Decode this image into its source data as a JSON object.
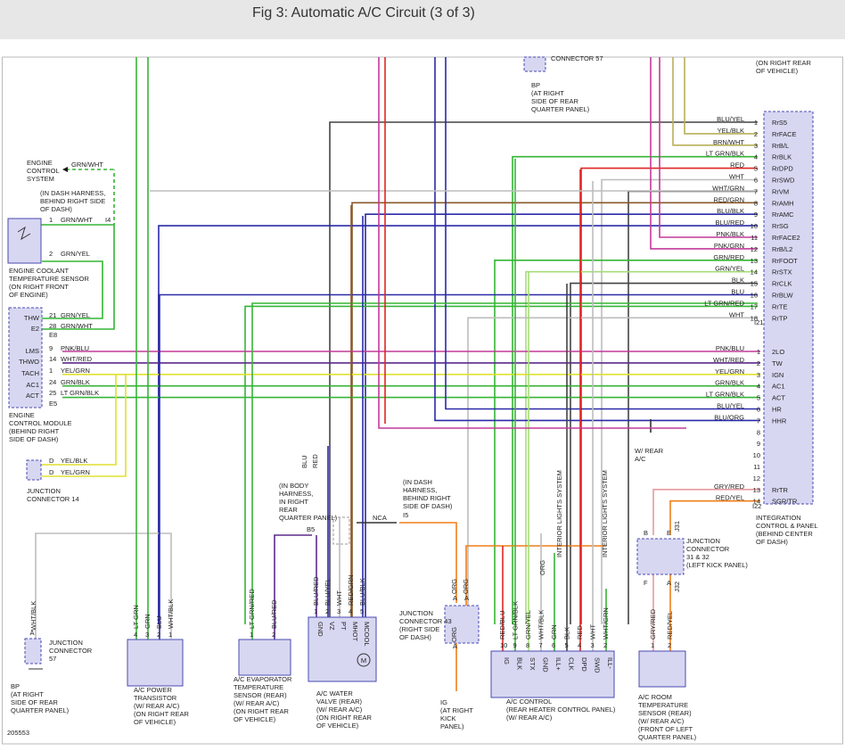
{
  "header": {
    "title": "Fig 3: Automatic A/C Circuit (3 of 3)"
  },
  "colors": {
    "blue": "#2a2aa8",
    "green": "#35b535",
    "lightgreen": "#a6dc7a",
    "yellow": "#e0e030",
    "red": "#e02424",
    "orange": "#f07f18",
    "purple": "#5c2a8c",
    "magenta": "#c43a9a",
    "grey": "#bdbdbd",
    "dark": "#444444",
    "brown": "#8a5a2a",
    "olive": "#b8b058",
    "pink": "#e89aa0",
    "component_fill": "#d7d7f2",
    "component_stroke": "#4a4ab0"
  },
  "labels": {
    "on_right_rear": [
      "(ON RIGHT REAR",
      "OF VEHICLE)"
    ],
    "bp_top": [
      "BP",
      "(AT RIGHT",
      "SIDE OF REAR",
      "QUARTER PANEL)"
    ],
    "connector_57_top": "CONNECTOR 57",
    "engine_control_system": [
      "ENGINE",
      "CONTROL",
      "SYSTEM"
    ],
    "in_dash_harness": [
      "(IN DASH HARNESS,",
      "BEHIND RIGHT SIDE",
      "OF DASH)"
    ],
    "engine_coolant_sensor": [
      "ENGINE COOLANT",
      "TEMPERATURE SENSOR",
      "(ON RIGHT FRONT",
      "OF ENGINE)"
    ],
    "ecm": [
      "ENGINE",
      "CONTROL MODULE",
      "(BEHIND RIGHT",
      "SIDE OF DASH)"
    ],
    "junction_connector_14": [
      "JUNCTION",
      "CONNECTOR 14"
    ],
    "junction_connector_57": [
      "JUNCTION",
      "CONNECTOR",
      "57"
    ],
    "bp_bottom": [
      "BP",
      "(AT RIGHT",
      "SIDE OF REAR",
      "QUARTER PANEL)"
    ],
    "power_transistor": [
      "A/C POWER",
      "TRANSISTOR",
      "(W/ REAR A/C)",
      "(ON RIGHT REAR",
      "OF VEHICLE)"
    ],
    "evap_sensor": [
      "A/C EVAPORATOR",
      "TEMPERATURE",
      "SENSOR (REAR)",
      "(W/ REAR A/C)",
      "(ON RIGHT REAR",
      "OF VEHICLE)"
    ],
    "water_valve": [
      "A/C WATER",
      "VALVE (REAR)",
      "(W/ REAR A/C)",
      "(ON RIGHT REAR",
      "OF VEHICLE)"
    ],
    "in_body_harness": [
      "(IN BODY",
      "HARNESS,",
      "IN RIGHT",
      "REAR",
      "QUARTER PANEL)"
    ],
    "in_dash_harness_2": [
      "(IN DASH",
      "HARNESS,",
      "BEHIND RIGHT",
      "SIDE OF DASH)"
    ],
    "junction_connector_43": [
      "JUNCTION",
      "CONNECTOR 43",
      "(RIGHT SIDE",
      "OF DASH)"
    ],
    "ig_kick": [
      "IG",
      "(AT RIGHT",
      "KICK",
      "PANEL)"
    ],
    "ac_control": [
      "A/C CONTROL",
      "(REAR HEATER CONTROL PANEL)",
      "(W/ REAR A/C)"
    ],
    "room_sensor": [
      "A/C ROOM",
      "TEMPERATURE",
      "SENSOR (REAR)",
      "(W/ REAR A/C)",
      "(FRONT OF LEFT",
      "QUARTER PANEL)"
    ],
    "jc_31_32": [
      "JUNCTION",
      "CONNECTOR",
      "31 & 32",
      "(LEFT KICK PANEL)"
    ],
    "integration": [
      "INTEGRATION",
      "CONTROL & PANEL",
      "(BEHIND CENTER",
      "OF DASH)"
    ],
    "w_rear_ac": [
      "W/ REAR",
      "A/C"
    ],
    "interior_lights": "INTERIOR LIGHTS SYSTEM",
    "figure_number": "205553",
    "nca": "NCA",
    "misc": {
      "i4": "I4",
      "e8": "E8",
      "e5": "E5",
      "b5": "B5",
      "i5": "I5",
      "i21": "I21",
      "i22": "I22",
      "j31": "J31",
      "j32": "J32",
      "blu": "BLU",
      "red": "RED"
    }
  },
  "integration_pins_upper": [
    {
      "pin": "1",
      "wire": "BLU/YEL",
      "name": "RrS5"
    },
    {
      "pin": "2",
      "wire": "YEL/BLK",
      "name": "RrFACE"
    },
    {
      "pin": "3",
      "wire": "BRN/WHT",
      "name": "RrB/L"
    },
    {
      "pin": "4",
      "wire": "LT GRN/BLK",
      "name": "RrBLK"
    },
    {
      "pin": "5",
      "wire": "RED",
      "name": "RrDPD"
    },
    {
      "pin": "6",
      "wire": "WHT",
      "name": "RrSWD"
    },
    {
      "pin": "7",
      "wire": "WHT/GRN",
      "name": "RrVM"
    },
    {
      "pin": "8",
      "wire": "RED/GRN",
      "name": "RrAMH"
    },
    {
      "pin": "9",
      "wire": "BLU/BLK",
      "name": "RrAMC"
    },
    {
      "pin": "10",
      "wire": "BLU/RED",
      "name": "RrSG"
    },
    {
      "pin": "11",
      "wire": "PNK/BLK",
      "name": "RrFACE2"
    },
    {
      "pin": "12",
      "wire": "PNK/GRN",
      "name": "RrB/L2"
    },
    {
      "pin": "13",
      "wire": "GRN/RED",
      "name": "RrFOOT"
    },
    {
      "pin": "14",
      "wire": "GRN/YEL",
      "name": "RrSTX"
    },
    {
      "pin": "15",
      "wire": "BLK",
      "name": "RrCLK"
    },
    {
      "pin": "16",
      "wire": "BLU",
      "name": "RrBLW"
    },
    {
      "pin": "17",
      "wire": "LT GRN/RED",
      "name": "RrTE"
    },
    {
      "pin": "18",
      "wire": "WHT",
      "name": "RrTP"
    }
  ],
  "integration_pins_lower": [
    {
      "pin": "1",
      "wire": "PNK/BLU",
      "name": "2LO"
    },
    {
      "pin": "2",
      "wire": "WHT/RED",
      "name": "TW"
    },
    {
      "pin": "3",
      "wire": "YEL/GRN",
      "name": "IGN"
    },
    {
      "pin": "4",
      "wire": "GRN/BLK",
      "name": "AC1"
    },
    {
      "pin": "5",
      "wire": "LT GRN/BLK",
      "name": "ACT"
    },
    {
      "pin": "6",
      "wire": "BLU/YEL",
      "name": "HR"
    },
    {
      "pin": "7",
      "wire": "BLU/ORG",
      "name": "HHR"
    },
    {
      "pin": "8",
      "wire": "",
      "name": ""
    },
    {
      "pin": "9",
      "wire": "",
      "name": ""
    },
    {
      "pin": "10",
      "wire": "",
      "name": ""
    },
    {
      "pin": "11",
      "wire": "",
      "name": ""
    },
    {
      "pin": "12",
      "wire": "",
      "name": ""
    },
    {
      "pin": "13",
      "wire": "GRY/RED",
      "name": "RrTR"
    },
    {
      "pin": "14",
      "wire": "RED/YEL",
      "name": "SGR/TR"
    }
  ],
  "ecm_pins": [
    {
      "name": "THW",
      "pin": "21",
      "wire": "GRN/YEL"
    },
    {
      "name": "E2",
      "pin": "28",
      "wire": "GRN/WHT"
    },
    {
      "name": "LMS",
      "pin": "9",
      "wire": "PNK/BLU"
    },
    {
      "name": "THWO",
      "pin": "14",
      "wire": "WHT/RED"
    },
    {
      "name": "TACH",
      "pin": "1",
      "wire": "YEL/GRN"
    },
    {
      "name": "AC1",
      "pin": "24",
      "wire": "GRN/BLK"
    },
    {
      "name": "ACT",
      "pin": "25",
      "wire": "LT GRN/BLK"
    }
  ],
  "coolant_sensor_pins": [
    {
      "pin": "1",
      "wire": "GRN/WHT"
    },
    {
      "pin": "2",
      "wire": "GRN/YEL"
    }
  ],
  "engine_control_wire": "GRN/WHT",
  "jc14_pins": [
    {
      "pin": "D",
      "wire": "YEL/BLK"
    },
    {
      "pin": "D",
      "wire": "YEL/GRN"
    }
  ],
  "jc57_pin": {
    "pin": "A",
    "wire": "WHT/BLK"
  },
  "power_transistor_pins": [
    {
      "pin": "4",
      "wire": "LT GRN"
    },
    {
      "pin": "3",
      "wire": "GRN"
    },
    {
      "pin": "2",
      "wire": "BLU"
    },
    {
      "pin": "1",
      "wire": "WHT/BLK"
    }
  ],
  "evap_pins": [
    {
      "pin": "1",
      "wire": "LT GRN/RED"
    },
    {
      "pin": "2",
      "wire": "BLU/RED"
    }
  ],
  "water_valve_pins": [
    {
      "pin": "1",
      "wire": "BLU/RED",
      "name": "GND"
    },
    {
      "pin": "2",
      "wire": "BLU/YEL",
      "name": "VZ"
    },
    {
      "pin": "3",
      "wire": "WHT",
      "name": "PT"
    },
    {
      "pin": "4",
      "wire": "RED/GRN",
      "name": "MHOT"
    },
    {
      "pin": "5",
      "wire": "BLU/BLK",
      "name": "MCOOL"
    }
  ],
  "jc43_pins": [
    {
      "pin": "A",
      "wire": "ORG"
    },
    {
      "pin": "A",
      "wire": "ORG"
    },
    {
      "pin": "A",
      "wire": "ORG"
    }
  ],
  "ac_control_pins": [
    {
      "pin": "10",
      "wire": "RED/BLU",
      "name": "IG"
    },
    {
      "pin": "9",
      "wire": "LT GRN/BLK",
      "name": "BLK"
    },
    {
      "pin": "8",
      "wire": "GRN/YEL",
      "name": "STX"
    },
    {
      "pin": "7",
      "wire": "WHT/BLK",
      "name": "GND"
    },
    {
      "pin": "6",
      "wire": "GRN",
      "name": "ILL+"
    },
    {
      "pin": "5",
      "wire": "BLK",
      "name": "CLK"
    },
    {
      "pin": "4",
      "wire": "RED",
      "name": "DPD"
    },
    {
      "pin": "3",
      "wire": "WHT",
      "name": "SWD"
    },
    {
      "pin": "2",
      "wire": "WHT/GRN",
      "name": "ILL-"
    }
  ],
  "ac_control_extra_wire": "ORG",
  "room_sensor_pins": [
    {
      "pin": "1",
      "wire": "GRY/RED"
    },
    {
      "pin": "2",
      "wire": "RED/YEL"
    }
  ],
  "jc_31_32_pins": [
    "B",
    "E",
    "F",
    "A"
  ]
}
